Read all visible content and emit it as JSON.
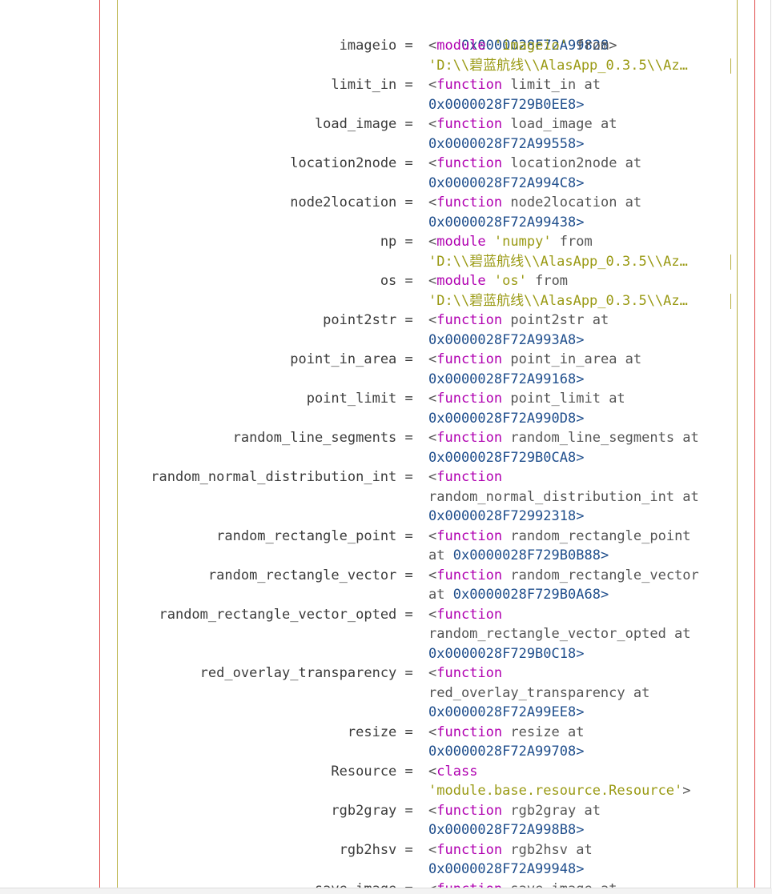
{
  "top_partial": {
    "address": "0x0000028F72A99828"
  },
  "entries": [
    {
      "key": "imageio",
      "line1_kw": "module",
      "line1_str": "'imageio'",
      "line1_tail": " from",
      "line2": "'D:\\\\碧蓝航线\\\\AlasApp_0.3.5\\\\Az…"
    },
    {
      "key": "limit_in",
      "line1_kw": "function",
      "line1_tail": " limit_in at",
      "line2": "0x0000028F729B0EE8>"
    },
    {
      "key": "load_image",
      "line1_kw": "function",
      "line1_tail": " load_image at",
      "line2": "0x0000028F72A99558>"
    },
    {
      "key": "location2node",
      "line1_kw": "function",
      "line1_tail": " location2node at",
      "line2": "0x0000028F72A994C8>"
    },
    {
      "key": "node2location",
      "line1_kw": "function",
      "line1_tail": " node2location at",
      "line2": "0x0000028F72A99438>"
    },
    {
      "key": "np",
      "line1_kw": "module",
      "line1_str": "'numpy'",
      "line1_tail": " from",
      "line2": "'D:\\\\碧蓝航线\\\\AlasApp_0.3.5\\\\Az…"
    },
    {
      "key": "os",
      "line1_kw": "module",
      "line1_str": "'os'",
      "line1_tail": " from",
      "line2": "'D:\\\\碧蓝航线\\\\AlasApp_0.3.5\\\\Az…"
    },
    {
      "key": "point2str",
      "line1_kw": "function",
      "line1_tail": " point2str at",
      "line2": "0x0000028F72A993A8>"
    },
    {
      "key": "point_in_area",
      "line1_kw": "function",
      "line1_tail": " point_in_area at",
      "line2": "0x0000028F72A99168>"
    },
    {
      "key": "point_limit",
      "line1_kw": "function",
      "line1_tail": " point_limit at",
      "line2": "0x0000028F72A990D8>"
    },
    {
      "key": "random_line_segments",
      "line1_kw": "function",
      "line1_tail": " random_line_segments at",
      "line2": "0x0000028F729B0CA8>"
    }
  ],
  "entries3": [
    {
      "key": "random_normal_distribution_int",
      "line1_kw": "function",
      "line2": "random_normal_distribution_int at",
      "line3": "0x0000028F72992318>"
    }
  ],
  "entries_b": [
    {
      "key": "random_rectangle_point",
      "line1_kw": "function",
      "line1_tail": " random_rectangle_point",
      "line2_pre": "at ",
      "line2_addr": "0x0000028F729B0B88>"
    },
    {
      "key": "random_rectangle_vector",
      "line1_kw": "function",
      "line1_tail": " random_rectangle_vector",
      "line2_pre": "at ",
      "line2_addr": "0x0000028F729B0A68>"
    }
  ],
  "entries_c": [
    {
      "key": "random_rectangle_vector_opted",
      "line1_kw": "function",
      "line2": "random_rectangle_vector_opted at",
      "line3": "0x0000028F729B0C18>"
    },
    {
      "key": "red_overlay_transparency",
      "line1_kw": "function",
      "line2": "red_overlay_transparency at",
      "line3": "0x0000028F72A99EE8>"
    }
  ],
  "entries_d": [
    {
      "key": "resize",
      "line1_kw": "function",
      "line1_tail": " resize at",
      "line2": "0x0000028F72A99708>"
    },
    {
      "key": "Resource",
      "line1_kw": "class",
      "line1_tail": "",
      "line2": "'module.base.resource.Resource'>"
    },
    {
      "key": "rgb2gray",
      "line1_kw": "function",
      "line1_tail": " rgb2gray at",
      "line2": "0x0000028F72A998B8>"
    },
    {
      "key": "rgb2hsv",
      "line1_kw": "function",
      "line1_tail": " rgb2hsv at",
      "line2": "0x0000028F72A99948>"
    }
  ],
  "bottom_partial": {
    "key": "save_image",
    "line1_kw": "function",
    "line1_tail": " save_image at"
  },
  "syntax": {
    "equals": " = ",
    "open": "<"
  },
  "colors": {
    "keyword": "#b000b0",
    "string": "#9a9a14",
    "address": "#1f4e8c",
    "guide_red": "#e04a4a",
    "guide_olive": "#b8b040"
  }
}
